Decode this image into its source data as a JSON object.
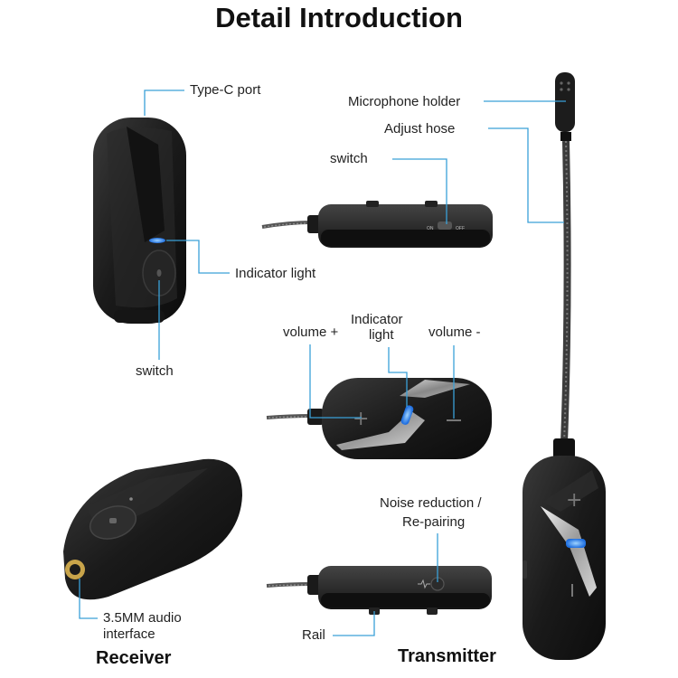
{
  "title": "Detail Introduction",
  "labels": {
    "type_c_port": "Type-C port",
    "indicator_light_receiver": "Indicator light",
    "switch_receiver": "switch",
    "audio_interface_line1": "3.5MM audio",
    "audio_interface_line2": "interface",
    "microphone_holder": "Microphone holder",
    "adjust_hose": "Adjust hose",
    "switch_transmitter": "switch",
    "volume_plus": "volume +",
    "indicator_light_line1": "Indicator",
    "indicator_light_line2": "light",
    "volume_minus": "volume -",
    "noise_reduction_line1": "Noise reduction /",
    "noise_reduction_line2": "Re-pairing",
    "rail": "Rail"
  },
  "switch_marks": {
    "on": "ON",
    "off": "OFF"
  },
  "captions": {
    "receiver": "Receiver",
    "transmitter": "Transmitter"
  },
  "colors": {
    "leader_line": "#3aa0d8",
    "device_body": "#1e1e1e",
    "led": "#3a8cff"
  }
}
